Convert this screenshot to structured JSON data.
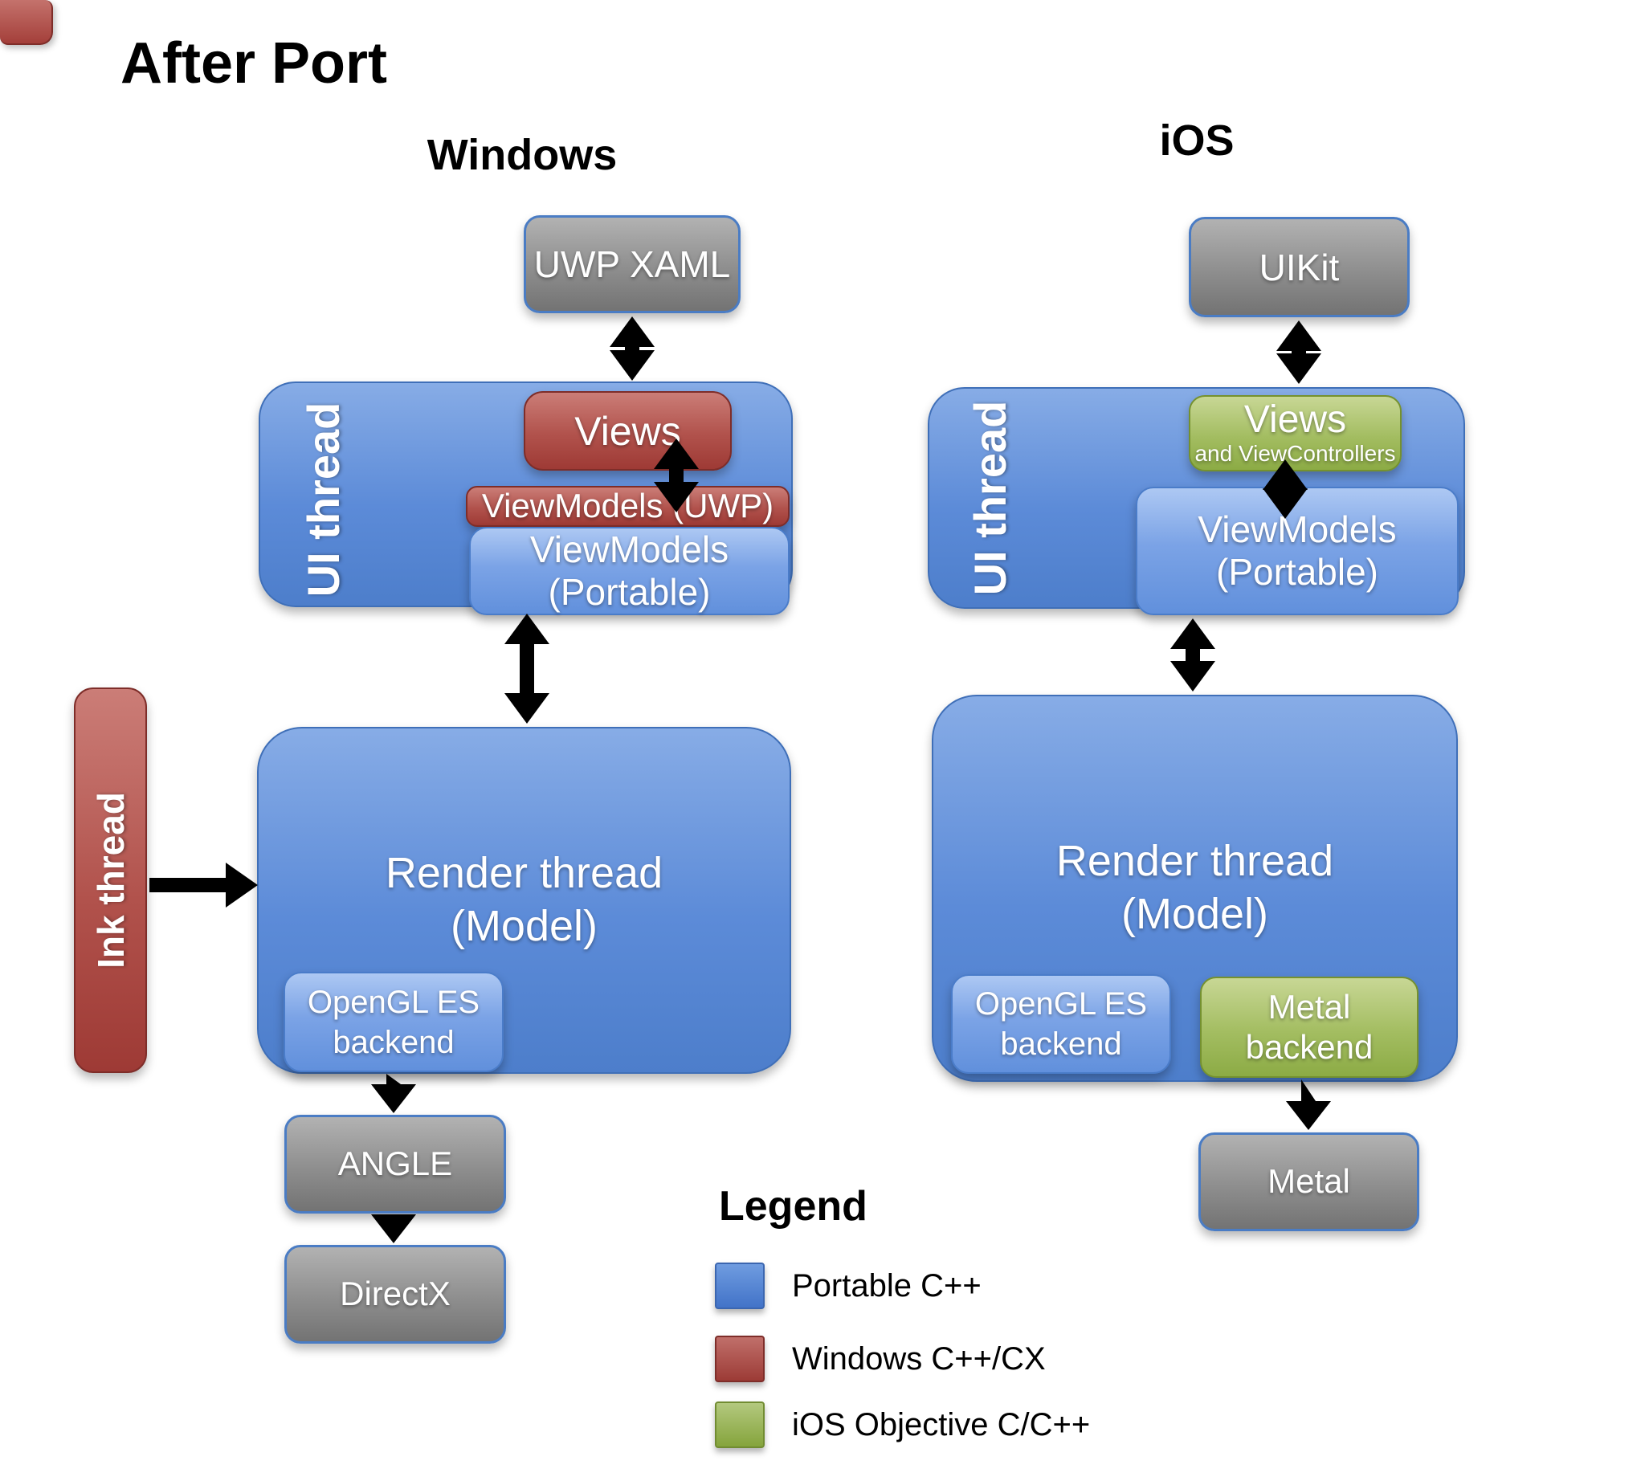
{
  "title": "After Port",
  "headers": {
    "windows": "Windows",
    "ios": "iOS"
  },
  "windows": {
    "uwp_xaml": "UWP XAML",
    "ui_thread": "UI thread",
    "views": "Views",
    "viewmodels_uwp": "ViewModels (UWP)",
    "viewmodels_portable_line1": "ViewModels",
    "viewmodels_portable_line2": "(Portable)",
    "render_line1": "Render thread",
    "render_line2": "(Model)",
    "opengl_line1": "OpenGL ES",
    "opengl_line2": "backend",
    "angle": "ANGLE",
    "directx": "DirectX",
    "ink_thread": "Ink thread"
  },
  "ios": {
    "uikit": "UIKit",
    "ui_thread": "UI thread",
    "views": "Views",
    "views_sub": "and ViewControllers",
    "viewmodels_portable_line1": "ViewModels",
    "viewmodels_portable_line2": "(Portable)",
    "render_line1": "Render thread",
    "render_line2": "(Model)",
    "opengl_line1": "OpenGL ES",
    "opengl_line2": "backend",
    "metal_backend_line1": "Metal",
    "metal_backend_line2": "backend",
    "metal": "Metal"
  },
  "legend": {
    "title": "Legend",
    "items": [
      {
        "label": "Portable C++",
        "color": "#5b87d5"
      },
      {
        "label": "Windows C++/CX",
        "color": "#ad4741"
      },
      {
        "label": "iOS Objective C/C++",
        "color": "#96b24e"
      }
    ]
  },
  "colors": {
    "portable_blue": "#5b87d5",
    "windows_red": "#ad4741",
    "ios_green": "#96b24e",
    "box_gray": "#8f8f8f",
    "border_blue": "#4a7cc4",
    "arrow_black": "#000000"
  }
}
